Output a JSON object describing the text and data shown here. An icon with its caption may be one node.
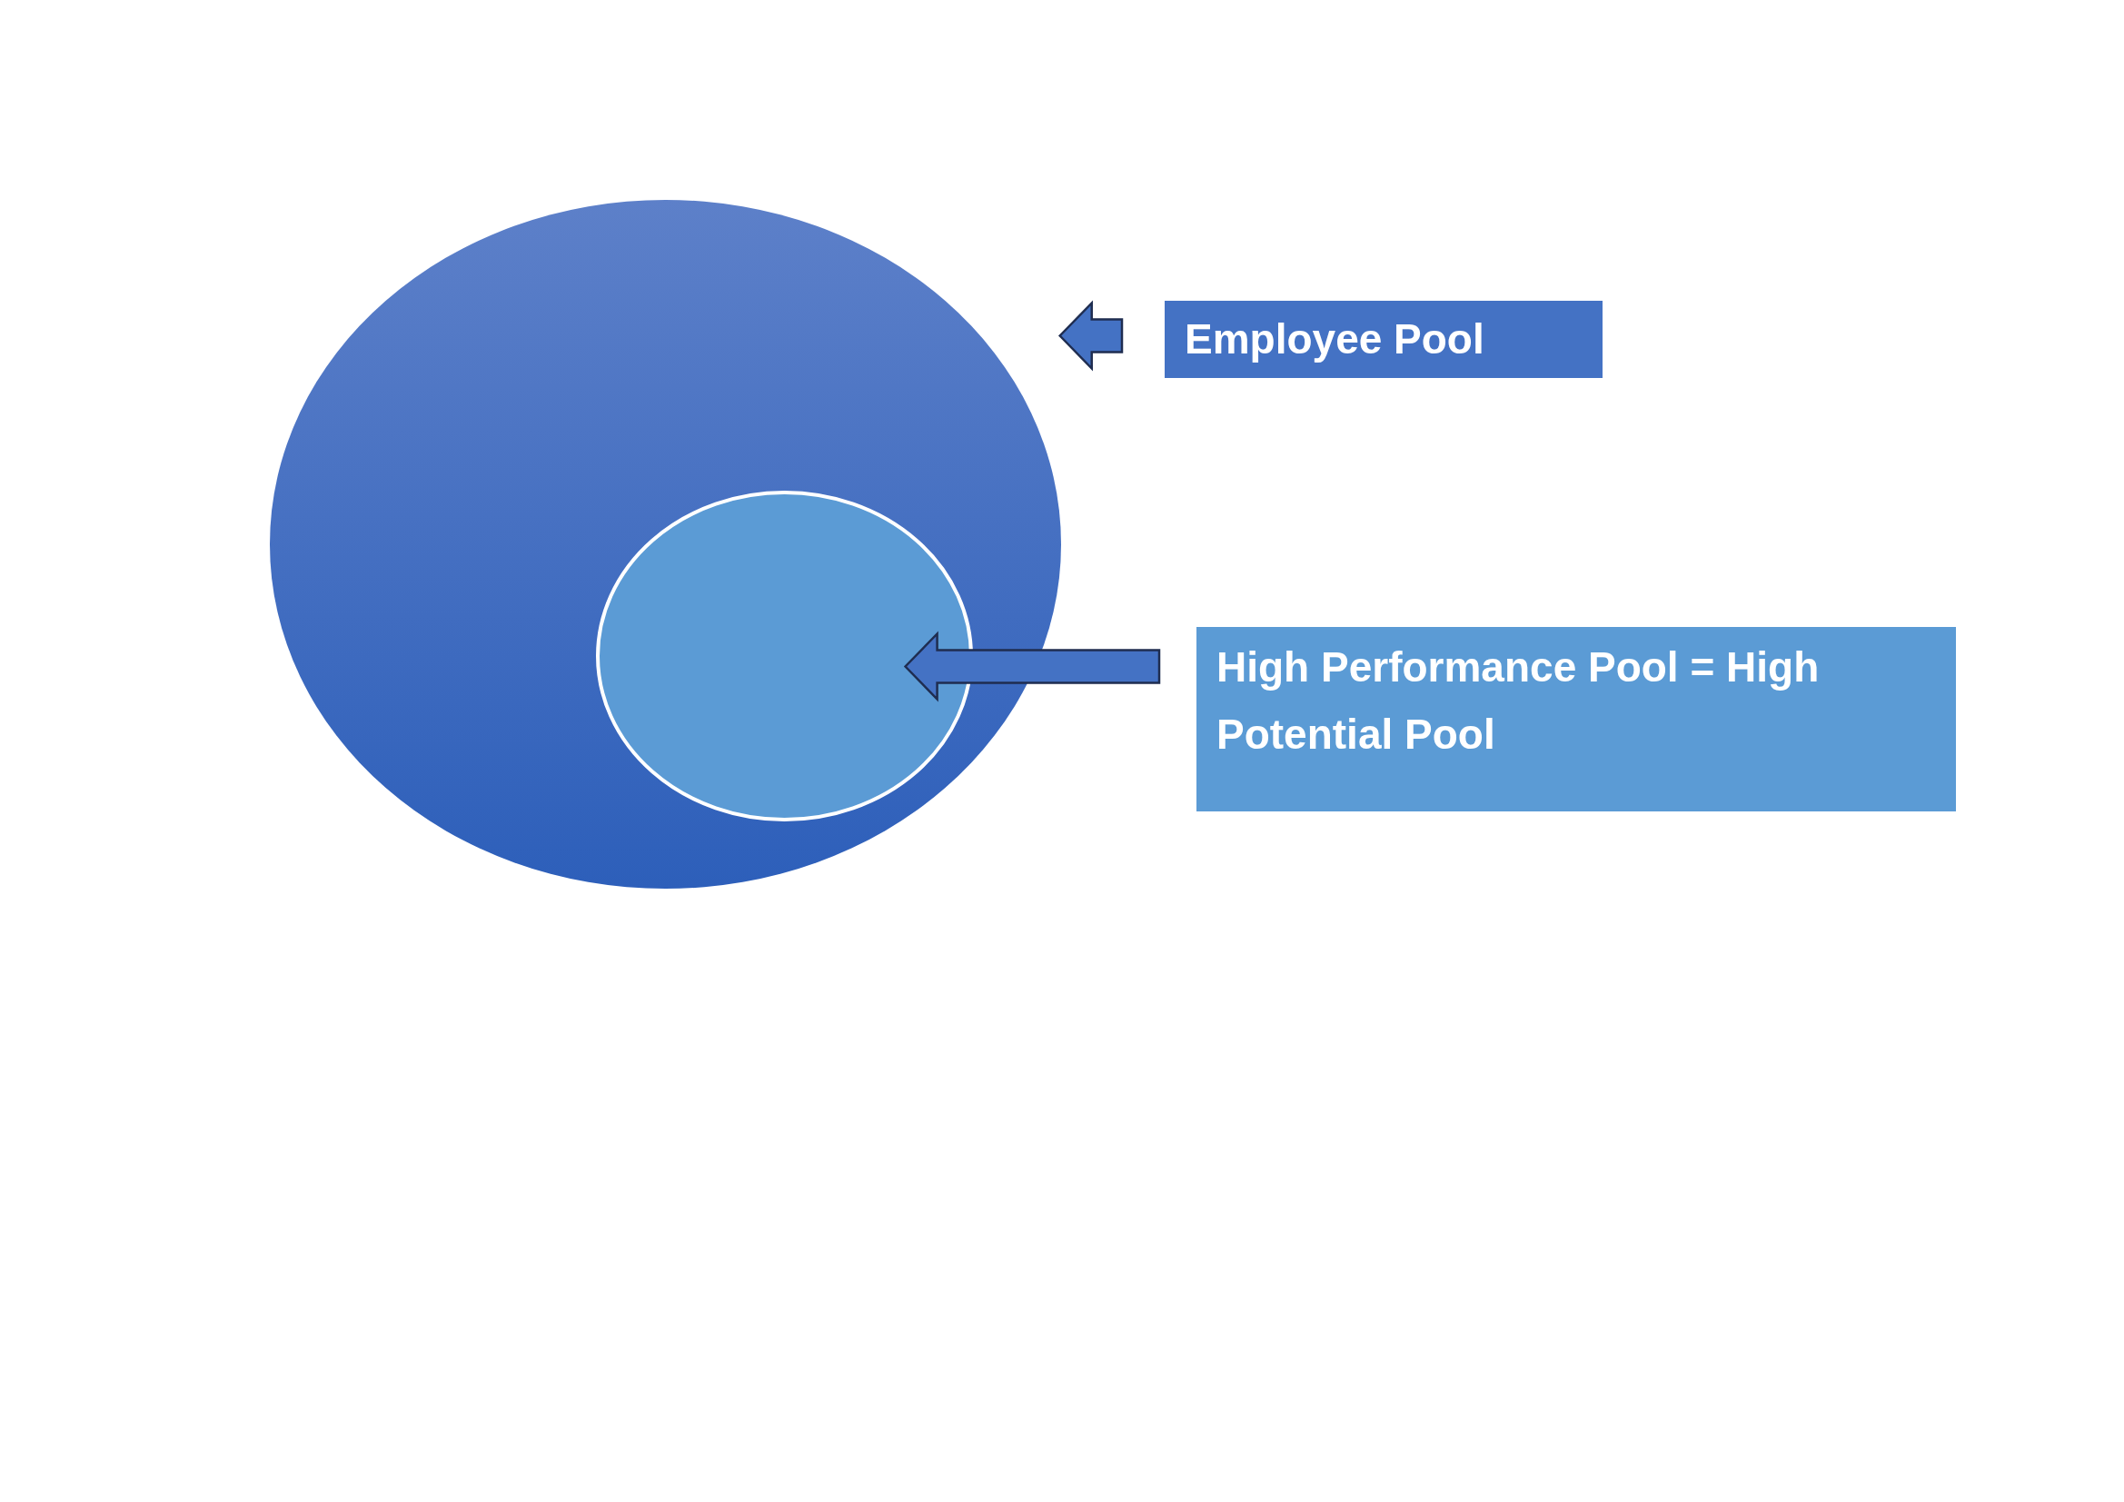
{
  "diagram": {
    "nodes": [
      {
        "text": [],
        "shape": "ellipse"
      },
      {
        "text": [],
        "shape": "ellipse",
        "in": 0
      },
      {
        "text": [
          "Employee Pool"
        ]
      },
      {
        "text": [
          "High Performance Pool = High Potential Pool"
        ]
      }
    ],
    "edges": [
      {
        "from": 2,
        "to": 0,
        "arrow": "to"
      },
      {
        "from": 3,
        "to": 1,
        "arrow": "to"
      }
    ]
  }
}
